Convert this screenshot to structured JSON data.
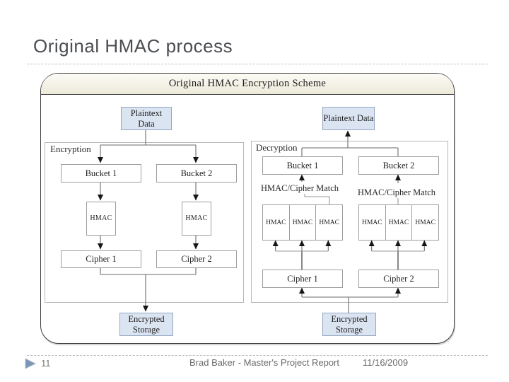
{
  "slide": {
    "title": "Original HMAC process",
    "footer": {
      "page_number": "11",
      "author_text": "Brad Baker - Master's Project Report",
      "date": "11/16/2009"
    }
  },
  "diagram": {
    "header": "Original HMAC Encryption Scheme",
    "encryption": {
      "label": "Encryption",
      "plaintext": "Plaintext Data",
      "bucket1": "Bucket 1",
      "bucket2": "Bucket 2",
      "hmac_label": "HMAC",
      "cipher1": "Cipher 1",
      "cipher2": "Cipher 2",
      "storage": "Encrypted Storage"
    },
    "decryption": {
      "label": "Decryption",
      "plaintext": "Plaintext Data",
      "bucket1": "Bucket 1",
      "bucket2": "Bucket 2",
      "match_label_1": "HMAC/Cipher Match",
      "match_label_2": "HMAC/Cipher Match",
      "hmac_label": "HMAC",
      "cipher1": "Cipher 1",
      "cipher2": "Cipher 2",
      "storage": "Encrypted Storage"
    },
    "colors": {
      "accent_blue_box": "#dbe4f1",
      "header_cream": "#edeada",
      "connector_line": "#6b6b6b"
    }
  }
}
